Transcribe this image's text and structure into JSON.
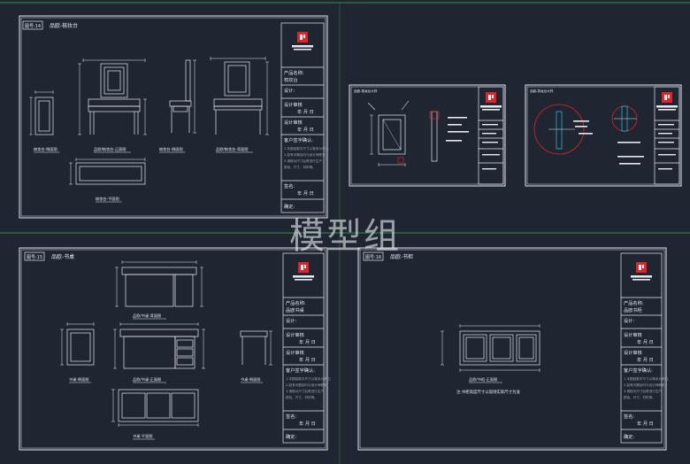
{
  "colors": {
    "background": "#1f2631",
    "line": "#e6eaf0",
    "accent": "#e0222a",
    "green": "#39b54a",
    "dim": "#9aa6b2",
    "cyan": "#29c5e6"
  },
  "watermark": "模型组",
  "sheets": [
    {
      "id": "sheet-14",
      "number_label": "图号:14",
      "title": "品欧-梳妆台",
      "views": [
        "梳妆台-侧面图",
        "品欧/梳妆台-正面图",
        "梳妆台-侧面图",
        "品欧/梳妆台-背面图",
        "梳妆台-平面图"
      ],
      "title_block": {
        "product_name_label": "产品名称:",
        "product_name": "梳妆台",
        "designer_label": "设计:",
        "design_review_label": "设计审核",
        "date1": "年 月 日",
        "audit_label": "设计审核",
        "date2": "年 月 日",
        "client_label": "客户签字确认:",
        "notes": [
          "1.本图纸数字尺寸以毫米为单位;",
          "2.如有问题及时与设计师联系;",
          "3.请核对尺寸后再进行生产,",
          "  颜色、尺寸、材料等。"
        ],
        "sign_label": "签名:",
        "date3": "年 月 日",
        "approve_label": "确定:"
      }
    },
    {
      "id": "sheet-detail-1",
      "header_label": "品欧-梳妆台大样"
    },
    {
      "id": "sheet-detail-2",
      "header_label": "品欧-梳妆台大样"
    },
    {
      "id": "sheet-15",
      "number_label": "图号:15",
      "title": "品欧-书桌",
      "views": [
        "品欧/书桌-背面图",
        "书桌-侧面图",
        "品欧/书桌-正面图",
        "书桌-侧面图",
        "书桌-平面图"
      ],
      "title_block": {
        "product_name_label": "产品名称:",
        "product_name": "品欧书桌",
        "designer_label": "设计:",
        "design_review_label": "设计审核",
        "date1": "年 月 日",
        "audit_label": "设计审核",
        "date2": "年 月 日",
        "client_label": "客户签字确认:",
        "notes": [
          "1.本图纸数字尺寸以毫米为单位;",
          "2.如有问题及时与设计师联系;",
          "3.请核对尺寸后再进行生产,",
          "  颜色、尺寸、材料等。"
        ],
        "sign_label": "签名:",
        "date3": "年 月 日",
        "approve_label": "确定:"
      }
    },
    {
      "id": "sheet-16",
      "number_label": "图号:16",
      "title": "品欧-书柜",
      "views": [
        "品欧/书柜-正面图"
      ],
      "note": "注:书柜高度尺寸以现场实际尺寸为准",
      "title_block": {
        "product_name_label": "产品名称:",
        "product_name": "品欧书柜",
        "designer_label": "设计:",
        "design_review_label": "设计审核",
        "date1": "年 月 日",
        "audit_label": "设计审核",
        "date2": "年 月 日",
        "client_label": "客户签字确认:",
        "notes": [
          "1.本图纸数字尺寸以毫米为单位;",
          "2.如有问题及时与设计师联系;",
          "3.请核对尺寸后再进行生产,",
          "  颜色、尺寸、材料等。"
        ],
        "sign_label": "签名:",
        "date3": "年 月 日",
        "approve_label": "确定:"
      }
    }
  ]
}
